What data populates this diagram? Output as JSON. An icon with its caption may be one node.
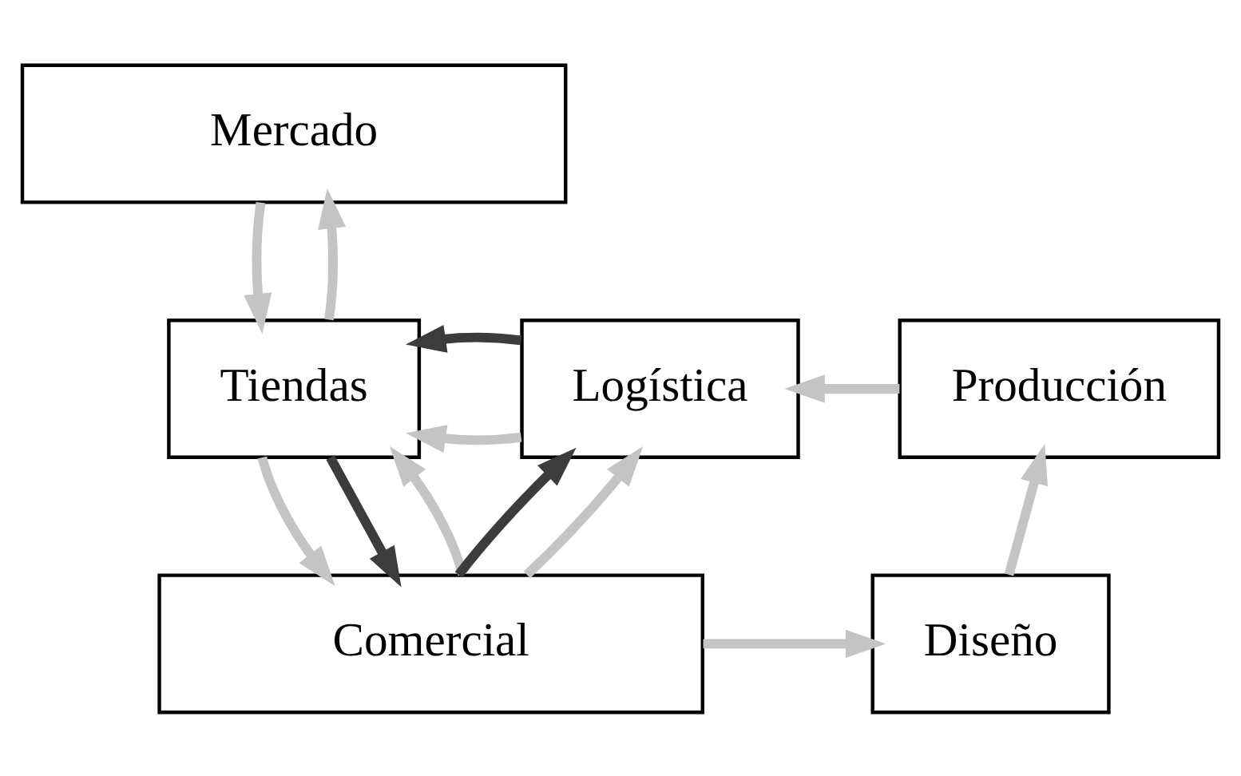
{
  "diagram": {
    "nodes": [
      {
        "text": [
          "Mercado"
        ]
      },
      {
        "text": [
          "Tiendas"
        ]
      },
      {
        "text": [
          "Logística"
        ]
      },
      {
        "text": [
          "Producción"
        ]
      },
      {
        "text": [
          "Comercial"
        ]
      },
      {
        "text": [
          "Diseño"
        ]
      }
    ],
    "edges": [
      {
        "from": 0,
        "to": 1,
        "arrow": "to"
      },
      {
        "from": 1,
        "to": 0,
        "arrow": "to"
      },
      {
        "from": 2,
        "to": 1,
        "arrow": "to"
      },
      {
        "from": 2,
        "to": 1,
        "arrow": "to",
        "color": "#3c3c3c"
      },
      {
        "from": 3,
        "to": 2,
        "arrow": "to"
      },
      {
        "from": 1,
        "to": 4,
        "arrow": "to"
      },
      {
        "from": 1,
        "to": 4,
        "arrow": "to",
        "color": "#3c3c3c"
      },
      {
        "from": 4,
        "to": 1,
        "arrow": "to"
      },
      {
        "from": 4,
        "to": 2,
        "arrow": "to",
        "color": "#3c3c3c"
      },
      {
        "from": 4,
        "to": 2,
        "arrow": "to"
      },
      {
        "from": 4,
        "to": 5,
        "arrow": "to"
      },
      {
        "from": 5,
        "to": 3,
        "arrow": "to"
      }
    ]
  }
}
